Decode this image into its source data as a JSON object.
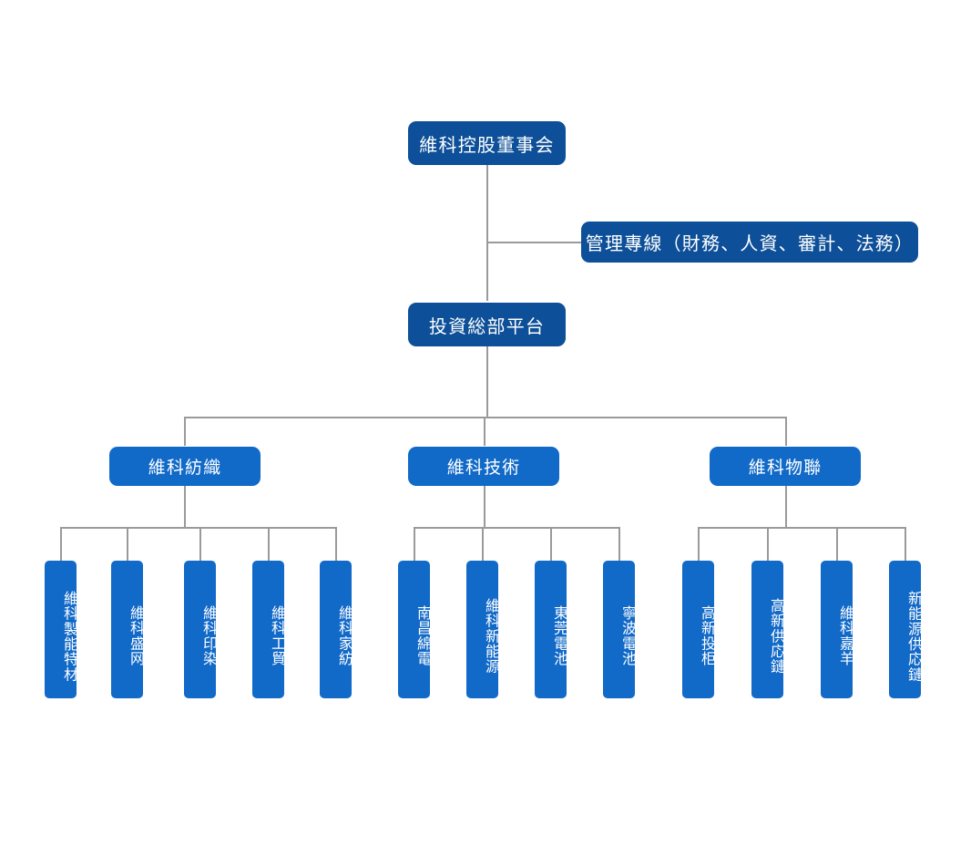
{
  "chart": {
    "type": "org-chart",
    "title": "",
    "colors": {
      "top_level_box": "#0d4f98",
      "division_box": "#1169c8",
      "leaf_box": "#1169c8",
      "connector_line": "#9a9a9a",
      "label_text": "#ffffff",
      "background": "#ffffff"
    },
    "root": {
      "label": "維科控股董事会"
    },
    "staff_line": {
      "label": "管理專線（財務、人資、審計、法務）"
    },
    "platform": {
      "label": "投資総部平台"
    },
    "divisions": [
      {
        "label": "維科紡織",
        "children": [
          {
            "label": "維科製能特材"
          },
          {
            "label": "維科盛网"
          },
          {
            "label": "維科印染"
          },
          {
            "label": "維科工貿"
          },
          {
            "label": "維科家紡"
          }
        ]
      },
      {
        "label": "維科技術",
        "children": [
          {
            "label": "南昌綿電"
          },
          {
            "label": "維科新能源"
          },
          {
            "label": "東莞電池"
          },
          {
            "label": "寧波電池"
          }
        ]
      },
      {
        "label": "維科物聯",
        "children": [
          {
            "label": "高新投柜"
          },
          {
            "label": "高新供応鏈"
          },
          {
            "label": "維科嘉羊"
          },
          {
            "label": "新能源供応鏈"
          }
        ]
      }
    ]
  }
}
